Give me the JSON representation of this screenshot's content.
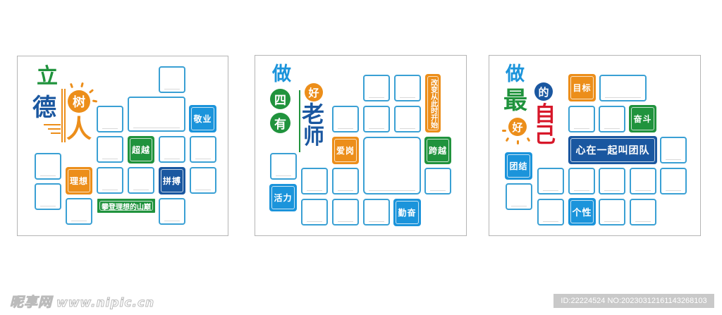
{
  "panels": [
    {
      "title_chars": [
        "立",
        "德",
        "树",
        "人"
      ],
      "labels": {
        "jingye": "敬业",
        "chaoyue": "超越",
        "lixiang": "理想",
        "pinbo": "拼搏",
        "banner": "攀登理想的山巅"
      },
      "colors": {
        "green": "#20933d",
        "blue": "#1a57a0",
        "orange": "#ec8e1a",
        "sky": "#1b94db"
      }
    },
    {
      "title_chars": [
        "做",
        "四",
        "有",
        "好",
        "老",
        "师"
      ],
      "labels": {
        "vertical": "改变从此时开始",
        "aigang": "爱岗",
        "kuayue": "跨越",
        "huoli": "活力",
        "qinfen": "勤奋"
      }
    },
    {
      "title_chars": [
        "做",
        "最",
        "好",
        "的",
        "自",
        "己"
      ],
      "labels": {
        "mubiao": "目标",
        "fendou": "奋斗",
        "banner": "心在一起叫团队",
        "tuanjie": "团结",
        "gexing": "个性"
      },
      "colors": {
        "red": "#d7182a"
      }
    }
  ],
  "footer": {
    "watermark_cn": "昵享网",
    "watermark_url": "www.nipic.cn",
    "id_text": "ID:22224524 NO:20230312161143268103"
  }
}
